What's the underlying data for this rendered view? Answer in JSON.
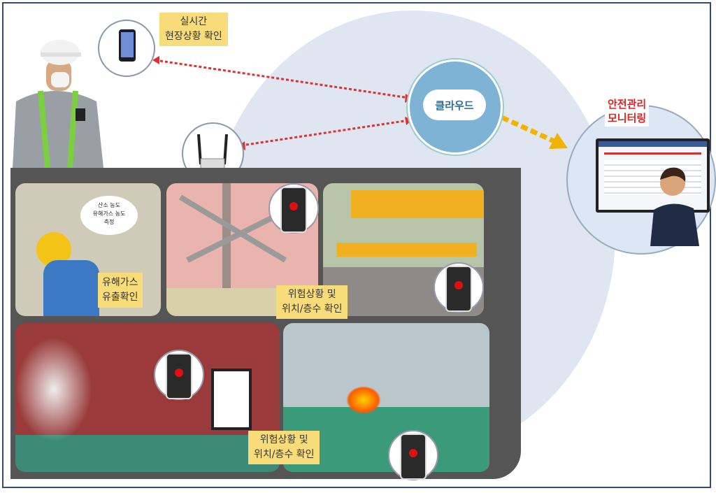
{
  "labels": {
    "realtime": [
      "실시간",
      "현장상황 확인"
    ],
    "cloud": "클라우드",
    "monitoring": [
      "안전관리",
      "모니터링"
    ],
    "gas_bubble": [
      "산소 농도",
      "유해가스 농도",
      "측정"
    ],
    "gas_leak": [
      "유해가스",
      "유출확인"
    ],
    "danger_1": [
      "위험상황 및",
      "위치/층수 확인"
    ],
    "danger_2": [
      "위험상황 및",
      "위치/층수 확인"
    ]
  },
  "colors": {
    "label_bg": "#f9dc7a",
    "cloud": "#7fb3d5",
    "alert_red": "#e02020",
    "link": "#e03030",
    "arrow": "#f0b400"
  }
}
